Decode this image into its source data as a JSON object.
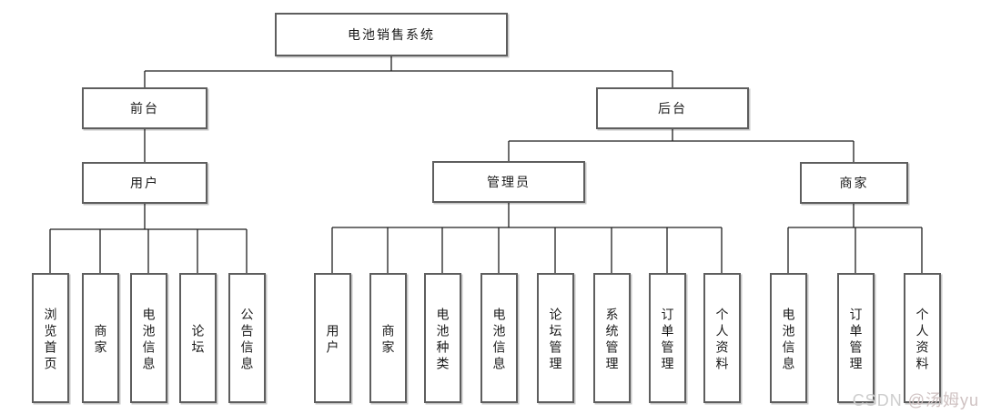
{
  "diagram": {
    "type": "org-hierarchy",
    "colors": {
      "background": "#ffffff",
      "box_fill": "#ffffff",
      "box_border": "#5e5e5e",
      "connector": "#1f1f1f",
      "text": "#1a1a1a",
      "watermark": "#cdcdcd"
    },
    "tree": {
      "label": "电池销售系统",
      "children": [
        {
          "label": "前台",
          "children": [
            {
              "label": "用户",
              "children": [
                {
                  "label": "浏览首页"
                },
                {
                  "label": "商家"
                },
                {
                  "label": "电池信息"
                },
                {
                  "label": "论坛"
                },
                {
                  "label": "公告信息"
                }
              ]
            }
          ]
        },
        {
          "label": "后台",
          "children": [
            {
              "label": "管理员",
              "children": [
                {
                  "label": "用户"
                },
                {
                  "label": "商家"
                },
                {
                  "label": "电池种类"
                },
                {
                  "label": "电池信息"
                },
                {
                  "label": "论坛管理"
                },
                {
                  "label": "系统管理"
                },
                {
                  "label": "订单管理"
                },
                {
                  "label": "个人资料"
                }
              ]
            },
            {
              "label": "商家",
              "children": [
                {
                  "label": "电池信息"
                },
                {
                  "label": "订单管理"
                },
                {
                  "label": "个人资料"
                }
              ]
            }
          ]
        }
      ]
    }
  },
  "watermark": {
    "brand": "CSDN ",
    "handle": "@汤姆yu"
  }
}
